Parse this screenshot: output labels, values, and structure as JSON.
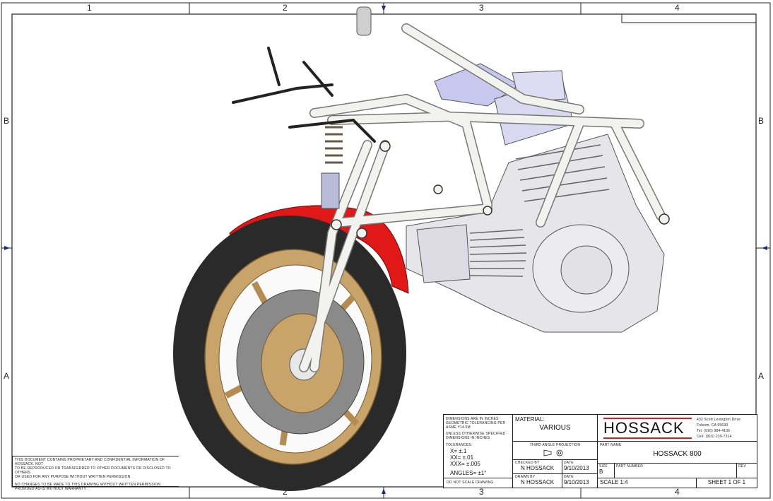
{
  "zones": {
    "top": [
      "1",
      "2",
      "3",
      "4"
    ],
    "bottom": [
      "2",
      "3",
      "4"
    ],
    "left": [
      "B",
      "A"
    ],
    "right": [
      "B",
      "A"
    ]
  },
  "title_block": {
    "tolerance_header": "DIMENSIONS ARE IN INCHES · GEOMETRIC TOLERANCING PER ASME Y14.5M",
    "finish_note": "UNLESS OTHERWISE SPECIFIED · DIMENSIONS IN INCHES",
    "tol_label": "TOLERANCES:",
    "tol_x": "X= ±.1",
    "tol_xx": "XX= ±.01",
    "tol_xxx": "XXX= ±.005",
    "tol_angles": "ANGLES= ±1°",
    "do_not_scale": "DO NOT SCALE DRAWING",
    "material_label": "MATERIAL:",
    "material_value": "VARIOUS",
    "projection_label": "THIRD ANGLE PROJECTION",
    "checked_label": "CHECKED BY",
    "checked_name": "N HOSSACK",
    "date_label": "DATE",
    "checked_date": "9/10/2013",
    "drawn_label": "DRAWN BY",
    "drawn_name": "N HOSSACK",
    "drawn_date": "9/10/2013",
    "company": "HOSSACK",
    "address_1": "432 Scott Lexington Drive",
    "address_2": "Folsom, CA 95630",
    "address_3": "Tel: (916) 984-4106",
    "address_4": "Cell: (916) 220-7314",
    "part_name_label": "PART NAME",
    "part_name": "HOSSACK 800",
    "size_label": "SIZE",
    "size_value": "B",
    "part_number_label": "PART NUMBER",
    "rev_label": "REV",
    "scale": "SCALE 1:4",
    "sheet": "SHEET 1 OF 1"
  },
  "notes": {
    "line1": "THIS DOCUMENT CONTAINS PROPRIETARY AND CONFIDENTIAL INFORMATION OF HOSSACK. NOT",
    "line2": "TO BE REPRODUCED OR TRANSFERRED TO OTHER DOCUMENTS OR DISCLOSED TO OTHERS",
    "line3": "OR USED FOR ANY PURPOSE WITHOUT WRITTEN PERMISSION.",
    "line4": "NO CHANGES TO BE MADE TO THIS DRAWING WITHOUT WRITTEN PERMISSION.",
    "line5": "PROVIDED AS-IS WITHOUT WARRANTY."
  },
  "colors": {
    "brand_red": "#d42020",
    "fender_red": "#e01818",
    "tire": "#2a2a2a",
    "rim_gold": "#c9a46a",
    "frame_white": "#f2f2ee",
    "engine_grey": "#e4e4e8",
    "airbox_blue": "#c8c8ee",
    "disc_grey": "#8a8a8a"
  },
  "icons": [
    "third-angle-projection-icon"
  ]
}
